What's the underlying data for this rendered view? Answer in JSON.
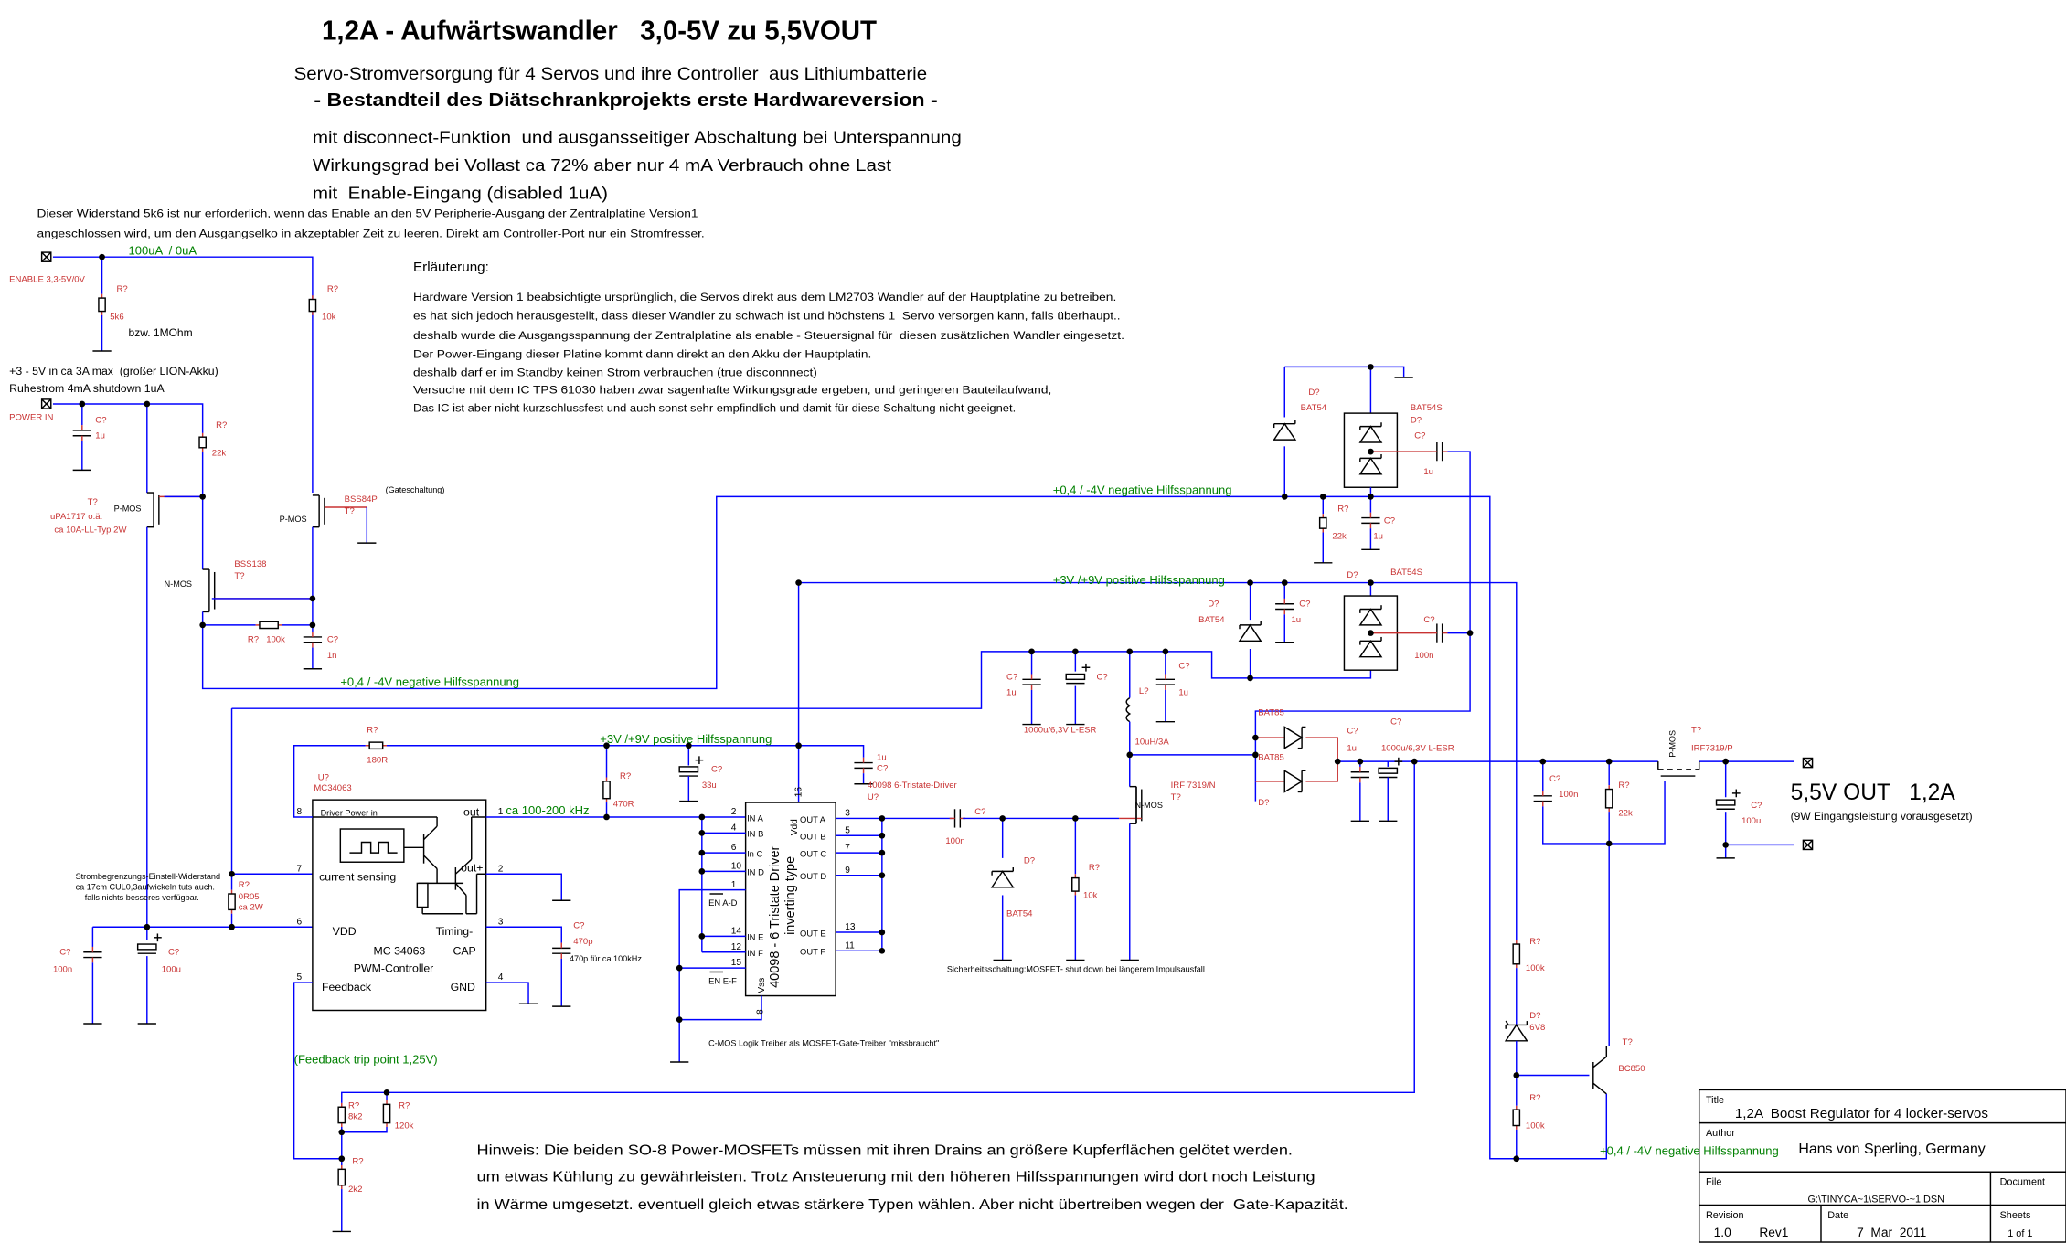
{
  "header": {
    "title": "1,2A - Aufwärtswandler   3,0-5V zu 5,5VOUT",
    "subtitle": "Servo-Stromversorgung für 4 Servos und ihre Controller  aus Lithiumbatterie",
    "project": "- Bestandteil des Diätschrankprojekts erste Hardwareversion -",
    "features": [
      "mit disconnect-Funktion  und ausgansseitiger Abschaltung bei Unterspannung",
      "Wirkungsgrad bei Vollast ca 72% aber nur 4 mA Verbrauch ohne Last",
      "mit  Enable-Eingang (disabled 1uA)"
    ]
  },
  "notes": {
    "enable_resistor": [
      "Dieser Widerstand 5k6 ist nur erforderlich, wenn das Enable an den 5V Peripherie-Ausgang der Zentralplatine Version1",
      "angeschlossen wird, um den Ausgangselko in akzeptabler Zeit zu leeren. Direkt am Controller-Port nur ein Stromfresser."
    ],
    "explanation_heading": "Erläuterung:",
    "explanation": [
      "Hardware Version 1 beabsichtigte ursprünglich, die Servos direkt aus dem LM2703 Wandler auf der Hauptplatine zu betreiben.",
      "es hat sich jedoch herausgestellt, dass dieser Wandler zu schwach ist und höchstens 1  Servo versorgen kann, falls überhaupt..",
      "deshalb wurde die Ausgangsspannung der Zentralplatine als enable - Steuersignal für  diesen zusätzlichen Wandler eingesetzt.",
      "Der Power-Eingang dieser Platine kommt dann direkt an den Akku der Hauptplatin.",
      "deshalb darf er im Standby keinen Strom verbrauchen (true disconnnect)",
      "Versuche mit dem IC TPS 61030 haben zwar sagenhafte Wirkungsgrade ergeben, und geringeren Bauteilaufwand,",
      "Das IC ist aber nicht kurzschlussfest und auch sonst sehr empfindlich und damit für diese Schaltung nicht geeignet."
    ],
    "power_desc": [
      "+3 - 5V in ca 3A max  (großer LION-Akku)",
      "Ruhestrom 4mA shutdown 1uA"
    ],
    "current_limit": [
      "Strombegrenzungs-Einstell-Widerstand",
      "ca 17cm CUL0,3aufwickeln tuts auch.",
      "falls nichts besseres verfügbar."
    ],
    "gate_circuit": "(Gateschaltung)",
    "timing_cap": "470p für ca 100kHz",
    "safety": "Sicherheitsschaltung:MOSFET- shut down bei längerem Impulsausfall",
    "cmos": "C-MOS Logik Treiber als MOSFET-Gate-Treiber \"missbraucht\"",
    "hint": [
      "Hinweis: Die beiden SO-8 Power-MOSFETs müssen mit ihren Drains an größere Kupferflächen gelötet werden.",
      "um etwas Kühlung zu gewährleisten. Trotz Ansteuerung mit den höheren Hilfsspannungen wird dort noch Leistung",
      "in Wärme umgesetzt. eventuell gleich etwas stärkere Typen wählen. Aber nicht übertreiben wegen der  Gate-Kapazität."
    ],
    "output_main": "5,5V OUT   1,2A",
    "output_sub": "(9W Eingangsleistung vorausgesetzt)"
  },
  "ports": {
    "enable": "ENABLE 3,3-5V/0V",
    "power_in": "POWER IN"
  },
  "nets": {
    "enable_current": "100uA  / 0uA",
    "neg_aux": "+0,4 / -4V negative Hilfsspannung",
    "pos_aux": "+3V /+9V positive Hilfsspannung",
    "frequency": "ca 100-200 kHz",
    "feedback": "(Feedback trip point 1,25V)"
  },
  "components": {
    "r_enable": {
      "ref": "R?",
      "value": "5k6",
      "alt": "bzw. 1MOhm"
    },
    "r_gate_pull": {
      "ref": "R?",
      "value": "10k"
    },
    "c_in": {
      "ref": "C?",
      "value": "1u"
    },
    "r_pmos": {
      "ref": "R?",
      "value": "22k"
    },
    "t_main_pmos": {
      "ref": "T?",
      "value": "uPA1717 o.ä.",
      "desc": "ca 10A-LL-Typ 2W",
      "type": "P-MOS"
    },
    "t_bss84": {
      "ref": "T?",
      "value": "BSS84P",
      "type": "P-MOS"
    },
    "t_bss138": {
      "ref": "T?",
      "value": "BSS138",
      "type": "N-MOS"
    },
    "r_delay": {
      "ref": "R?",
      "value": "100k"
    },
    "c_delay": {
      "ref": "C?",
      "value": "1n"
    },
    "r_sense": {
      "ref": "R?",
      "value": "0R05",
      "desc": "ca 2W"
    },
    "c_vdd1": {
      "ref": "C?",
      "value": "100n"
    },
    "c_vdd2": {
      "ref": "C?",
      "value": "100u"
    },
    "r_driver": {
      "ref": "R?",
      "value": "180R"
    },
    "r_out": {
      "ref": "R?",
      "value": "470R"
    },
    "c_aux": {
      "ref": "C?",
      "value": "33u"
    },
    "c_driver": {
      "ref": "C?",
      "value": "1u"
    },
    "c_timing": {
      "ref": "C?",
      "value": "470p"
    },
    "c_gate": {
      "ref": "C?",
      "value": "100n"
    },
    "d_gate": {
      "ref": "D?",
      "value": "BAT54"
    },
    "r_gate": {
      "ref": "R?",
      "value": "10k"
    },
    "c_buf1": {
      "ref": "C?",
      "value": "1u"
    },
    "c_buf2": {
      "ref": "C?",
      "value": "1000u/6,3V L-ESR"
    },
    "l_main": {
      "ref": "L?",
      "value": "10uH/3A"
    },
    "c_buf3": {
      "ref": "C?",
      "value": "1u"
    },
    "t_nmos": {
      "ref": "T?",
      "value": "IRF 7319/N",
      "type": "N-MOS"
    },
    "d_neg": {
      "ref": "D?",
      "value": "BAT54"
    },
    "d_neg_pair": {
      "ref": "D?",
      "value": "BAT54S"
    },
    "c_neg_pump": {
      "ref": "C?",
      "value": "1u"
    },
    "r_neg": {
      "ref": "R?",
      "value": "22k"
    },
    "c_neg": {
      "ref": "C?",
      "value": "1u"
    },
    "d_pos": {
      "ref": "D?",
      "value": "BAT54"
    },
    "c_pos": {
      "ref": "C?",
      "value": "1u"
    },
    "d_pos_pair": {
      "ref": "D?",
      "value": "BAT54S"
    },
    "c_pos_pump": {
      "ref": "C?",
      "value": "100n"
    },
    "d_rect": {
      "ref": "D?",
      "value1": "BAT85",
      "value2": "BAT85"
    },
    "c_out1": {
      "ref": "C?",
      "value": "1u"
    },
    "c_out2": {
      "ref": "C?",
      "value": "1000u/6,3V L-ESR"
    },
    "c_out3": {
      "ref": "C?",
      "value": "100n"
    },
    "r_out_pmos": {
      "ref": "R?",
      "value": "22k"
    },
    "t_out_pmos": {
      "ref": "T?",
      "value": "IRF7319/P",
      "type": "P-MOS"
    },
    "c_out4": {
      "ref": "C?",
      "value": "100u"
    },
    "r_uv1": {
      "ref": "R?",
      "value": "100k"
    },
    "d_zener": {
      "ref": "D?",
      "value": "6V8"
    },
    "r_uv2": {
      "ref": "R?",
      "value": "100k"
    },
    "t_bc850": {
      "ref": "T?",
      "value": "BC850"
    },
    "r_fb1": {
      "ref": "R?",
      "value": "8k2"
    },
    "r_fb2": {
      "ref": "R?",
      "value": "120k"
    },
    "r_fb3": {
      "ref": "R?",
      "value": "2k2"
    }
  },
  "ic_pwm": {
    "ref": "U?",
    "part": "MC34063",
    "labels": {
      "driver": "Driver Power in",
      "out_minus": "out-",
      "out_plus": "out+",
      "sense": "current sensing",
      "vdd": "VDD",
      "timing": "Timing-",
      "name": "MC 34063",
      "cap": "CAP",
      "desc": "PWM-Controller",
      "feedback": "Feedback",
      "gnd": "GND"
    },
    "pins": [
      "8",
      "7",
      "6",
      "5",
      "1",
      "2",
      "3",
      "4"
    ]
  },
  "ic_driver": {
    "ref": "U?",
    "part": "40098 6-Tristate-Driver",
    "title": "40098 - 6 Tristate Driver",
    "subtitle": "inverting type",
    "vdd": "Vdd",
    "vss": "Vss",
    "vdd_pin": "16",
    "vss_pin": "8",
    "inputs": [
      {
        "pin": "2",
        "label": "IN A"
      },
      {
        "pin": "4",
        "label": "IN B"
      },
      {
        "pin": "6",
        "label": "In C"
      },
      {
        "pin": "10",
        "label": "IN D"
      },
      {
        "pin": "1",
        "label": "EN A-D"
      },
      {
        "pin": "14",
        "label": "IN E"
      },
      {
        "pin": "12",
        "label": "IN F"
      },
      {
        "pin": "15",
        "label": "EN E-F"
      }
    ],
    "outputs": [
      {
        "pin": "3",
        "label": "OUT A"
      },
      {
        "pin": "5",
        "label": "OUT B"
      },
      {
        "pin": "7",
        "label": "OUT C"
      },
      {
        "pin": "9",
        "label": "OUT D"
      },
      {
        "pin": "13",
        "label": "OUT E"
      },
      {
        "pin": "11",
        "label": "OUT F"
      }
    ]
  },
  "title_block": {
    "title_label": "Title",
    "title": "1,2A  Boost Regulator for 4 locker-servos",
    "author_label": "Author",
    "author": "Hans von Sperling, Germany",
    "file_label": "File",
    "file": "G:\\TINYCA~1\\SERVO-~1.DSN",
    "document_label": "Document",
    "revision_label": "Revision",
    "revision": "1.0        Rev1",
    "date_label": "Date",
    "date": "7  Mar  2011",
    "sheets_label": "Sheets",
    "sheets": "1 of 1"
  },
  "colors": {
    "wire": "#0000ff",
    "lead": "#c83232",
    "net_label": "#008000",
    "component_label": "#c83232"
  }
}
